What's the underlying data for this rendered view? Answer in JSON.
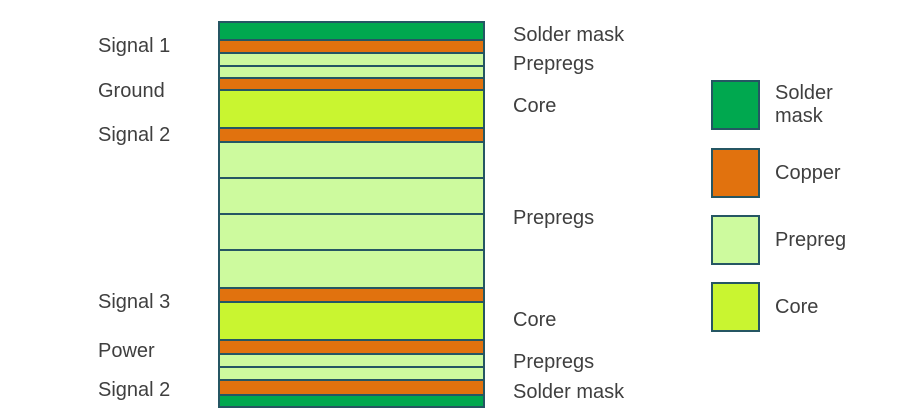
{
  "colors": {
    "solder_mask": "#00a84f",
    "copper": "#e1720e",
    "prepreg": "#cdfa9e",
    "core": "#c9f530",
    "border": "#255663",
    "text": "#3f3f3f"
  },
  "stack": {
    "layers": [
      {
        "material": "solder_mask",
        "thickness": 16
      },
      {
        "material": "copper",
        "thickness": 13
      },
      {
        "material": "prepreg",
        "thickness": 13
      },
      {
        "material": "prepreg",
        "thickness": 12
      },
      {
        "material": "copper",
        "thickness": 12
      },
      {
        "material": "core",
        "thickness": 38
      },
      {
        "material": "copper",
        "thickness": 14
      },
      {
        "material": "prepreg",
        "thickness": 36
      },
      {
        "material": "prepreg",
        "thickness": 36
      },
      {
        "material": "prepreg",
        "thickness": 36
      },
      {
        "material": "prepreg",
        "thickness": 38
      },
      {
        "material": "copper",
        "thickness": 14
      },
      {
        "material": "core",
        "thickness": 38
      },
      {
        "material": "copper",
        "thickness": 14
      },
      {
        "material": "prepreg",
        "thickness": 13
      },
      {
        "material": "prepreg",
        "thickness": 13
      },
      {
        "material": "copper",
        "thickness": 15
      },
      {
        "material": "solder_mask",
        "thickness": 12
      }
    ]
  },
  "left_labels": {
    "signal1": "Signal 1",
    "ground": "Ground",
    "signal2": "Signal 2",
    "signal3": "Signal 3",
    "power": "Power",
    "signal2_bottom": "Signal 2"
  },
  "right_labels": {
    "solder_mask_top": "Solder mask",
    "prepregs_top": "Prepregs",
    "core_top": "Core",
    "prepregs_middle": "Prepregs",
    "core_bottom": "Core",
    "prepregs_bottom": "Prepregs",
    "solder_mask_bottom": "Solder mask"
  },
  "legend": {
    "items": [
      {
        "swatch": "solder_mask",
        "label": "Solder mask"
      },
      {
        "swatch": "copper",
        "label": "Copper"
      },
      {
        "swatch": "prepreg",
        "label": "Prepreg"
      },
      {
        "swatch": "core",
        "label": "Core"
      }
    ]
  }
}
